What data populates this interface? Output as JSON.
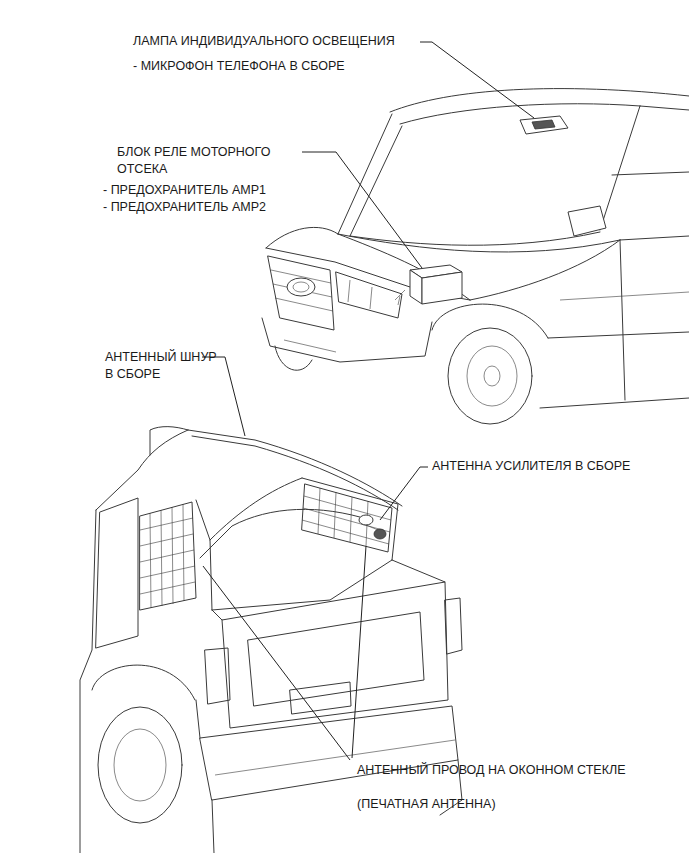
{
  "diagram": {
    "labels": [
      "ЛАМПА ИНДИВИДУАЛЬНОГО ОСВЕЩЕНИЯ",
      "- МИКРОФОН ТЕЛЕФОНА В СБОРЕ",
      "БЛОК РЕЛЕ МОТОРНОГО ОТСЕКА",
      "- ПРЕДОХРАНИТЕЛЬ AMP1",
      "- ПРЕДОХРАНИТЕЛЬ AMP2",
      "АНТЕННЫЙ ШНУР В СБОРЕ",
      "АНТЕННА УСИЛИТЕЛЯ В СБОРЕ",
      "АНТЕННЫЙ ПРОВОД НА ОКОННОМ СТЕКЛЕ",
      "(ПЕЧАТНАЯ АНТЕННА)"
    ]
  }
}
